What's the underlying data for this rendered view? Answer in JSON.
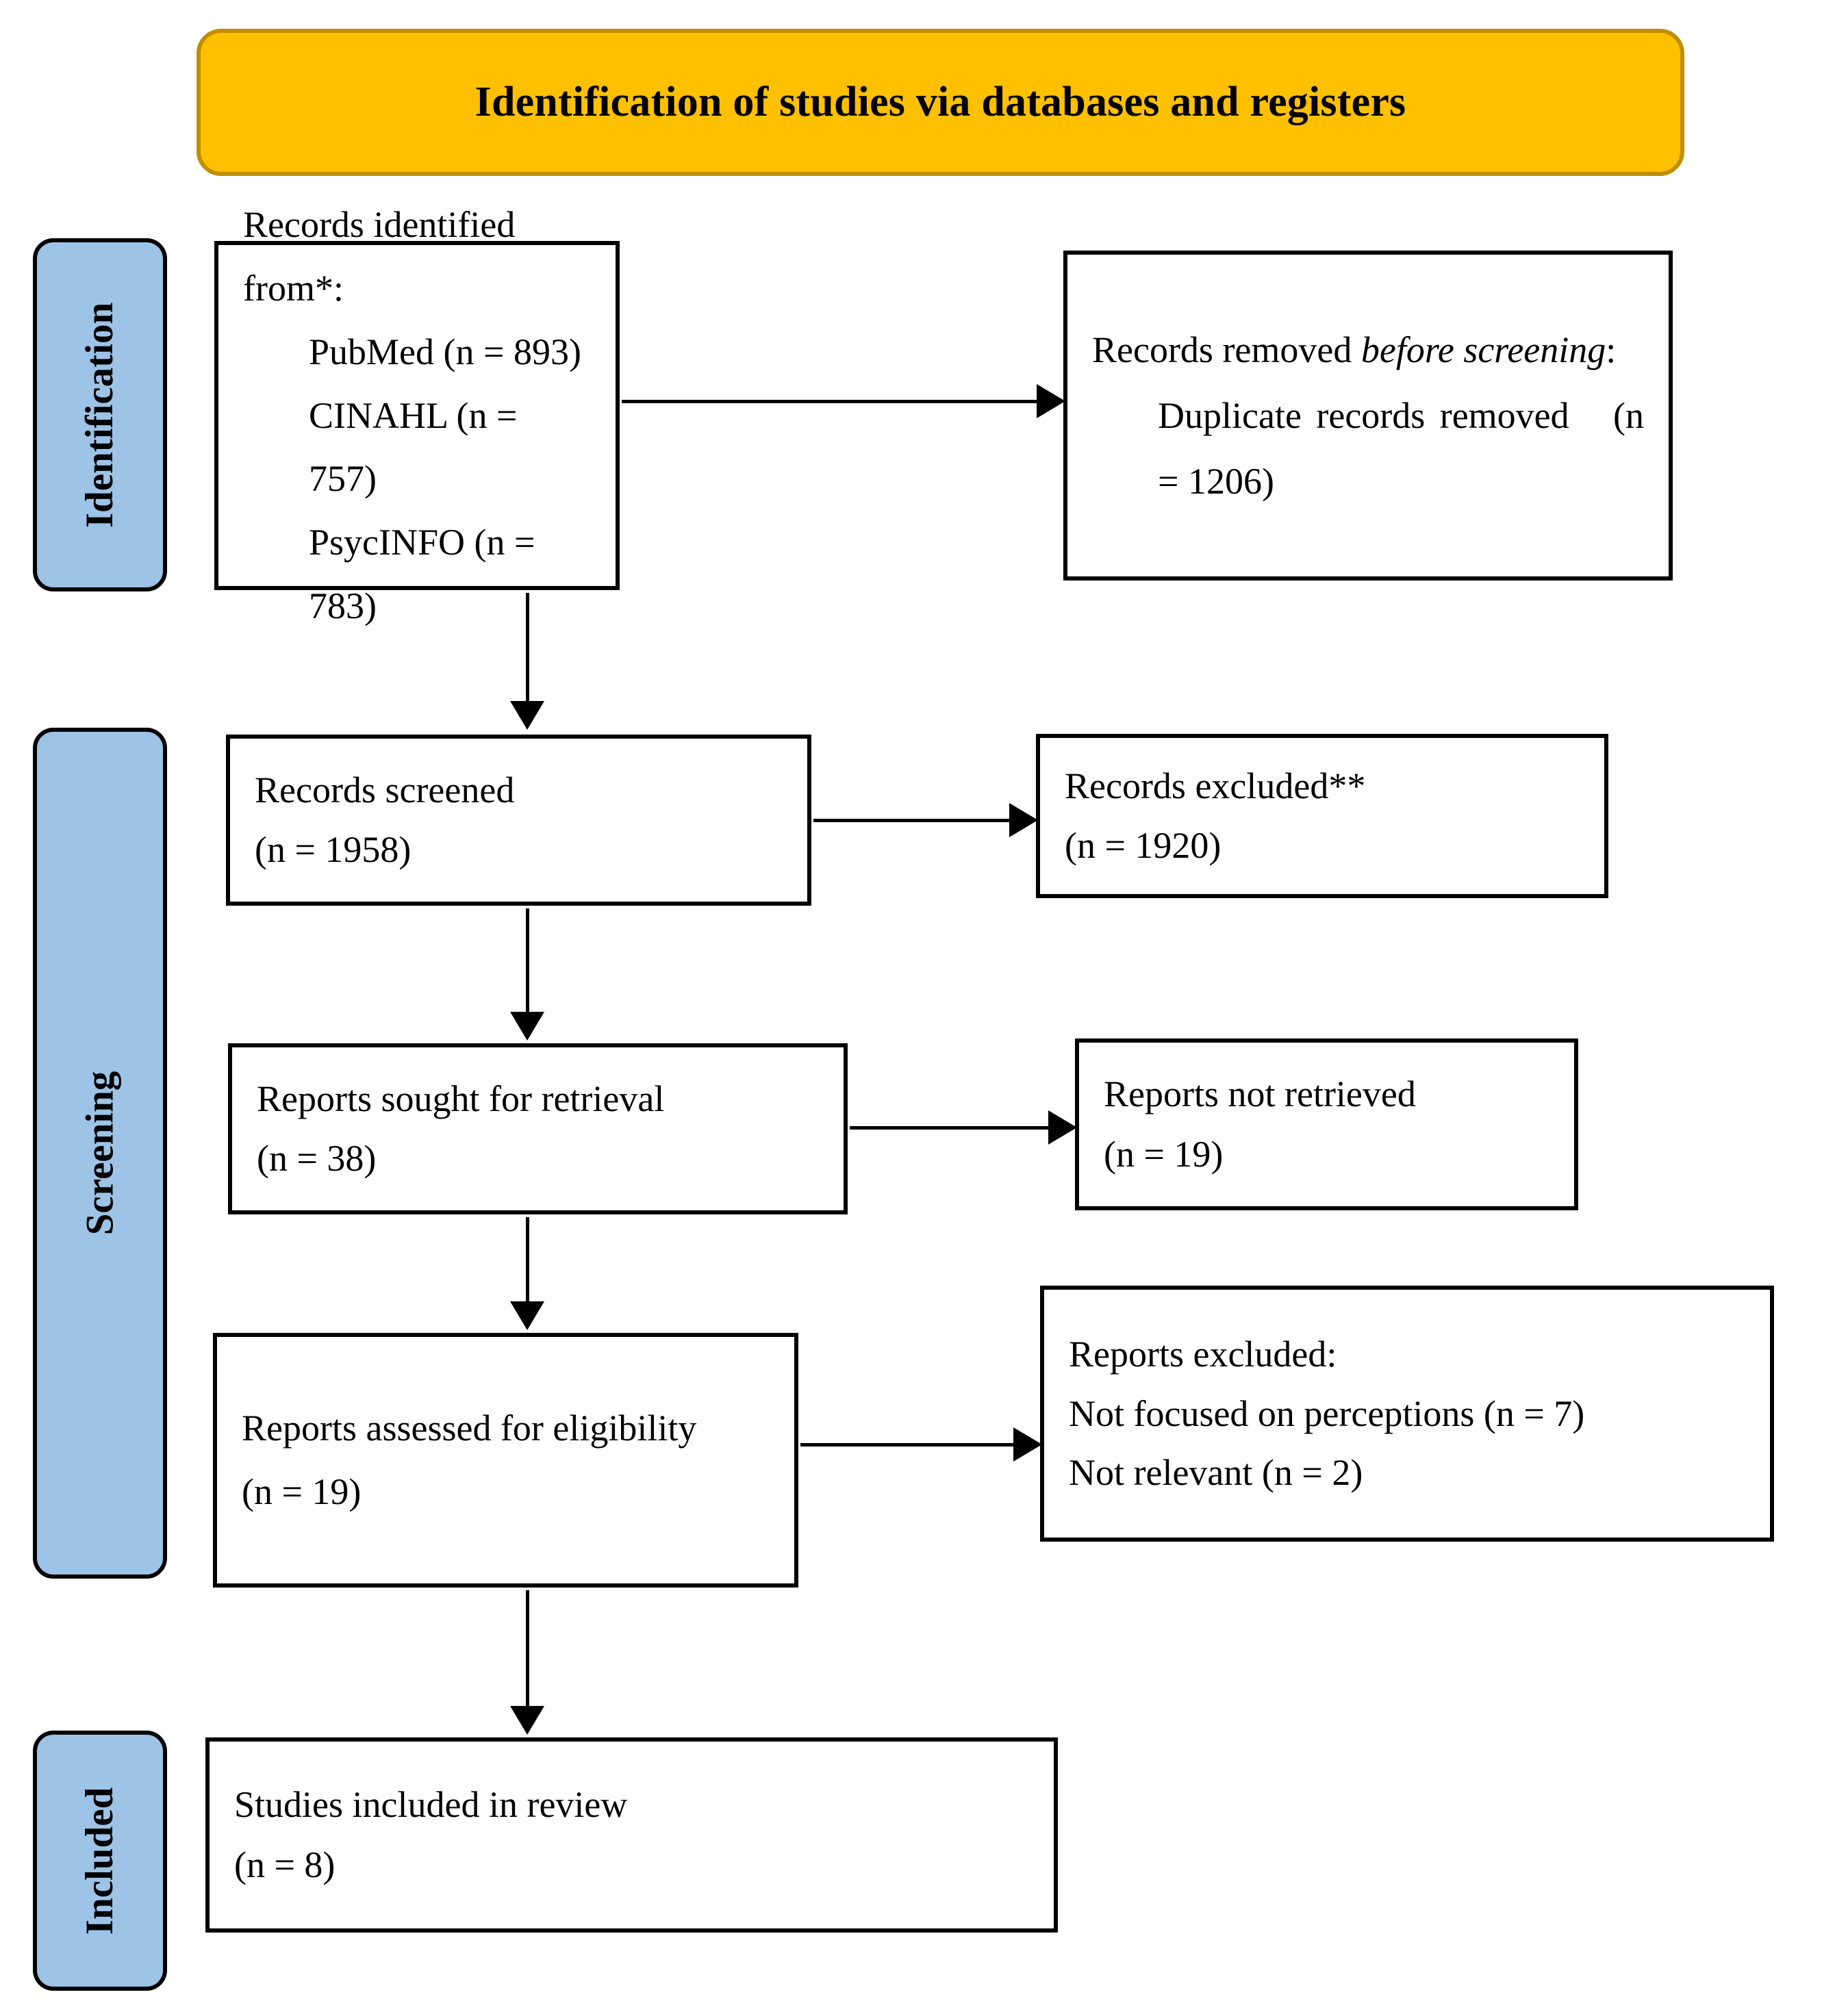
{
  "banner": {
    "title": "Identification of studies via databases and registers",
    "bg_color": "#FFC000",
    "border_color": "#BF8F00"
  },
  "stages": {
    "bar_color": "#9DC3E6",
    "identification": "Identification",
    "screening": "Screening",
    "included": "Included"
  },
  "boxes": {
    "identified": {
      "heading": "Records identified from*:",
      "sources": [
        "PubMed (n = 893)",
        "CINAHL (n = 757)",
        "PsycINFO (n = 783)"
      ]
    },
    "removed": {
      "heading_plain": "Records removed ",
      "heading_italic": "before screening",
      "heading_colon": ":",
      "detail": "Duplicate records removed   (n = 1206)"
    },
    "screened": {
      "label": "Records screened",
      "count": "(n = 1958)"
    },
    "excluded": {
      "label": "Records excluded**",
      "count": "(n = 1920)"
    },
    "sought": {
      "label": "Reports sought for retrieval",
      "count": "(n = 38)"
    },
    "not_retrieved": {
      "label": "Reports not retrieved",
      "count": "(n = 19)"
    },
    "assessed": {
      "label": "Reports assessed for eligibility",
      "count": "(n = 19)"
    },
    "reports_excluded": {
      "heading": "Reports excluded:",
      "reasons": [
        "Not focused on perceptions (n = 7)",
        "Not relevant (n = 2)"
      ]
    },
    "included": {
      "label": "Studies included in review",
      "count": "(n = 8)"
    }
  }
}
